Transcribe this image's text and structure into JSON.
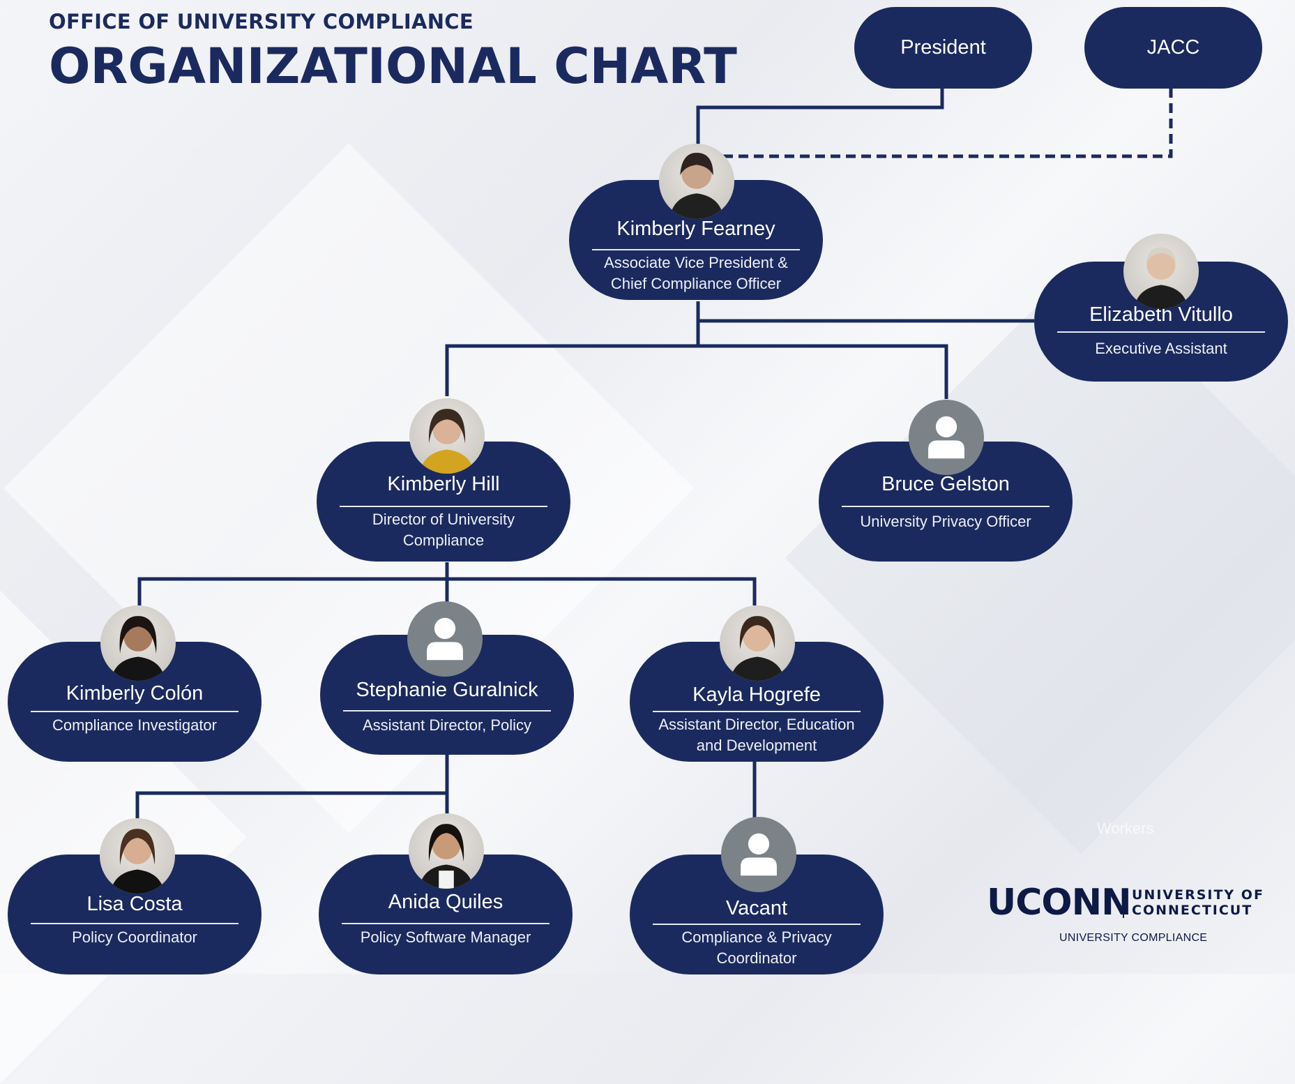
{
  "header": {
    "subtitle": "OFFICE OF UNIVERSITY COMPLIANCE",
    "title": "ORGANIZATIONAL CHART"
  },
  "top": {
    "president": "President",
    "jacc": "JACC"
  },
  "people": {
    "fearney": {
      "name": "Kimberly Fearney",
      "role_line1": "Associate Vice President &",
      "role_line2": "Chief Compliance Officer",
      "avatar": "photo"
    },
    "vitullo": {
      "name": "Elizabeth Vitullo",
      "role_line1": "Executive Assistant",
      "avatar": "photo"
    },
    "hill": {
      "name": "Kimberly Hill",
      "role_line1": "Director of University",
      "role_line2": "Compliance",
      "avatar": "photo"
    },
    "gelston": {
      "name": "Bruce Gelston",
      "role_line1": "University Privacy Officer",
      "avatar": "person-placeholder-icon"
    },
    "colon": {
      "name": "Kimberly Colón",
      "role_line1": "Compliance Investigator",
      "avatar": "photo"
    },
    "guralnick": {
      "name": "Stephanie Guralnick",
      "role_line1": "Assistant Director, Policy",
      "avatar": "person-placeholder-icon"
    },
    "hogrefe": {
      "name": "Kayla Hogrefe",
      "role_line1": "Assistant Director, Education",
      "role_line2": "and Development",
      "avatar": "photo"
    },
    "costa": {
      "name": "Lisa Costa",
      "role_line1": "Policy Coordinator",
      "avatar": "photo"
    },
    "quiles": {
      "name": "Anida Quiles",
      "role_line1": "Policy Software Manager",
      "avatar": "photo"
    },
    "vacant": {
      "name": "Vacant",
      "role_line1": "Compliance & Privacy",
      "role_line2": "Coordinator",
      "avatar": "person-placeholder-icon"
    }
  },
  "logo": {
    "mark": "UCONN",
    "line1": "UNIVERSITY OF",
    "line2": "CONNECTICUT",
    "sub": "UNIVERSITY COMPLIANCE"
  },
  "watermark": "Workers",
  "colors": {
    "navy": "#1b2a5e",
    "placeholder_gray": "#7b8389",
    "background": "#eef0f4"
  }
}
